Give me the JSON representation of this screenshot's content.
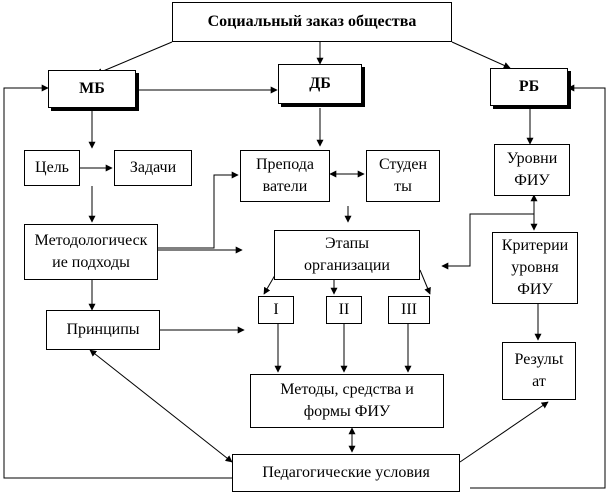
{
  "diagram": {
    "top": "Социальный заказ общества",
    "mb": "МБ",
    "db": "ДБ",
    "rb": "РБ",
    "goal": "Цель",
    "tasks": "Задачи",
    "teachers": "Препода\nватели",
    "students": "Студен\nты",
    "levels": "Уровни\nФИУ",
    "approaches": "Методологическ\nие подходы",
    "stages": "Этапы\nорганизации",
    "criteria": "Критерии\nуровня\nФИУ",
    "stage_1": "I",
    "stage_2": "II",
    "stage_3": "III",
    "principles": "Принципы",
    "result": "Резульt\nат",
    "methods": "Методы, средства и\nформы ФИУ",
    "conditions": "Педагогические условия"
  }
}
